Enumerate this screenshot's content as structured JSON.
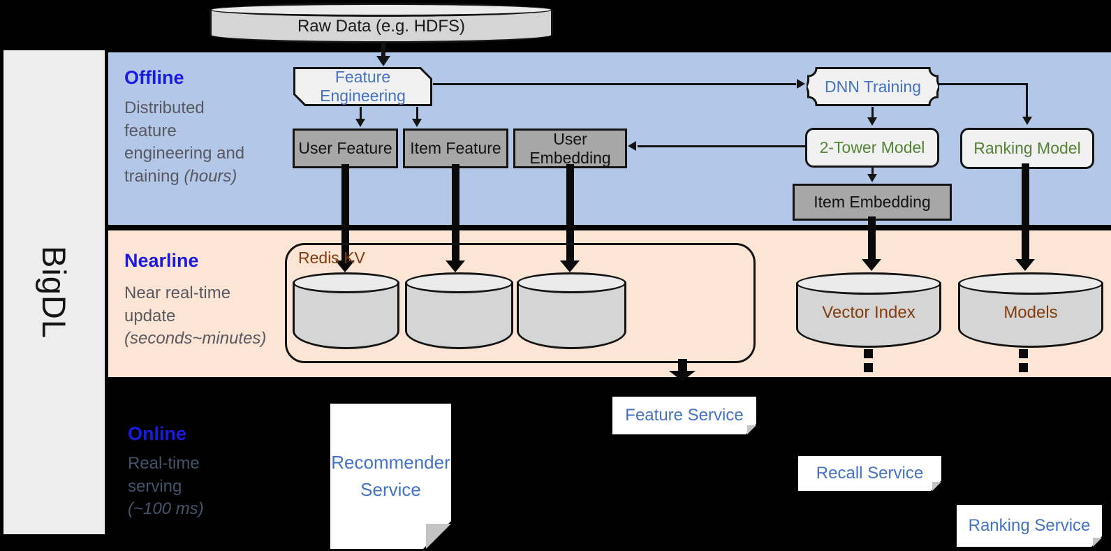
{
  "brand": "BigDL",
  "raw_data_label": "Raw Data (e.g. HDFS)",
  "sections": {
    "offline": {
      "title": "Offline",
      "desc": "Distributed feature engineering and training",
      "desc_note": "(hours)"
    },
    "nearline": {
      "title": "Nearline",
      "desc": "Near real-time update",
      "desc_note": "(seconds~minutes)"
    },
    "online": {
      "title": "Online",
      "desc": "Real-time serving",
      "desc_note": "(~100 ms)"
    }
  },
  "offline_nodes": {
    "feature_engineering": "Feature Engineering",
    "user_feature": "User Feature",
    "item_feature": "Item Feature",
    "user_embedding": "User Embedding",
    "dnn_training": "DNN Training",
    "two_tower_model": "2-Tower Model",
    "ranking_model": "Ranking Model",
    "item_embedding": "Item Embedding"
  },
  "nearline_nodes": {
    "redis_kv": "Redis KV",
    "vector_index": "Vector Index",
    "models": "Models"
  },
  "online_nodes": {
    "recommender_service": "Recommender Service",
    "feature_service": "Feature Service",
    "recall_service": "Recall Service",
    "ranking_service": "Ranking Service"
  },
  "colors": {
    "band_blue": "#b3c7e8",
    "band_orange": "#fce5d5",
    "header_blue": "#1b1be0",
    "node_blue": "#4472c4",
    "node_green": "#548235",
    "store_brown": "#843c0c",
    "background": "#000000"
  }
}
